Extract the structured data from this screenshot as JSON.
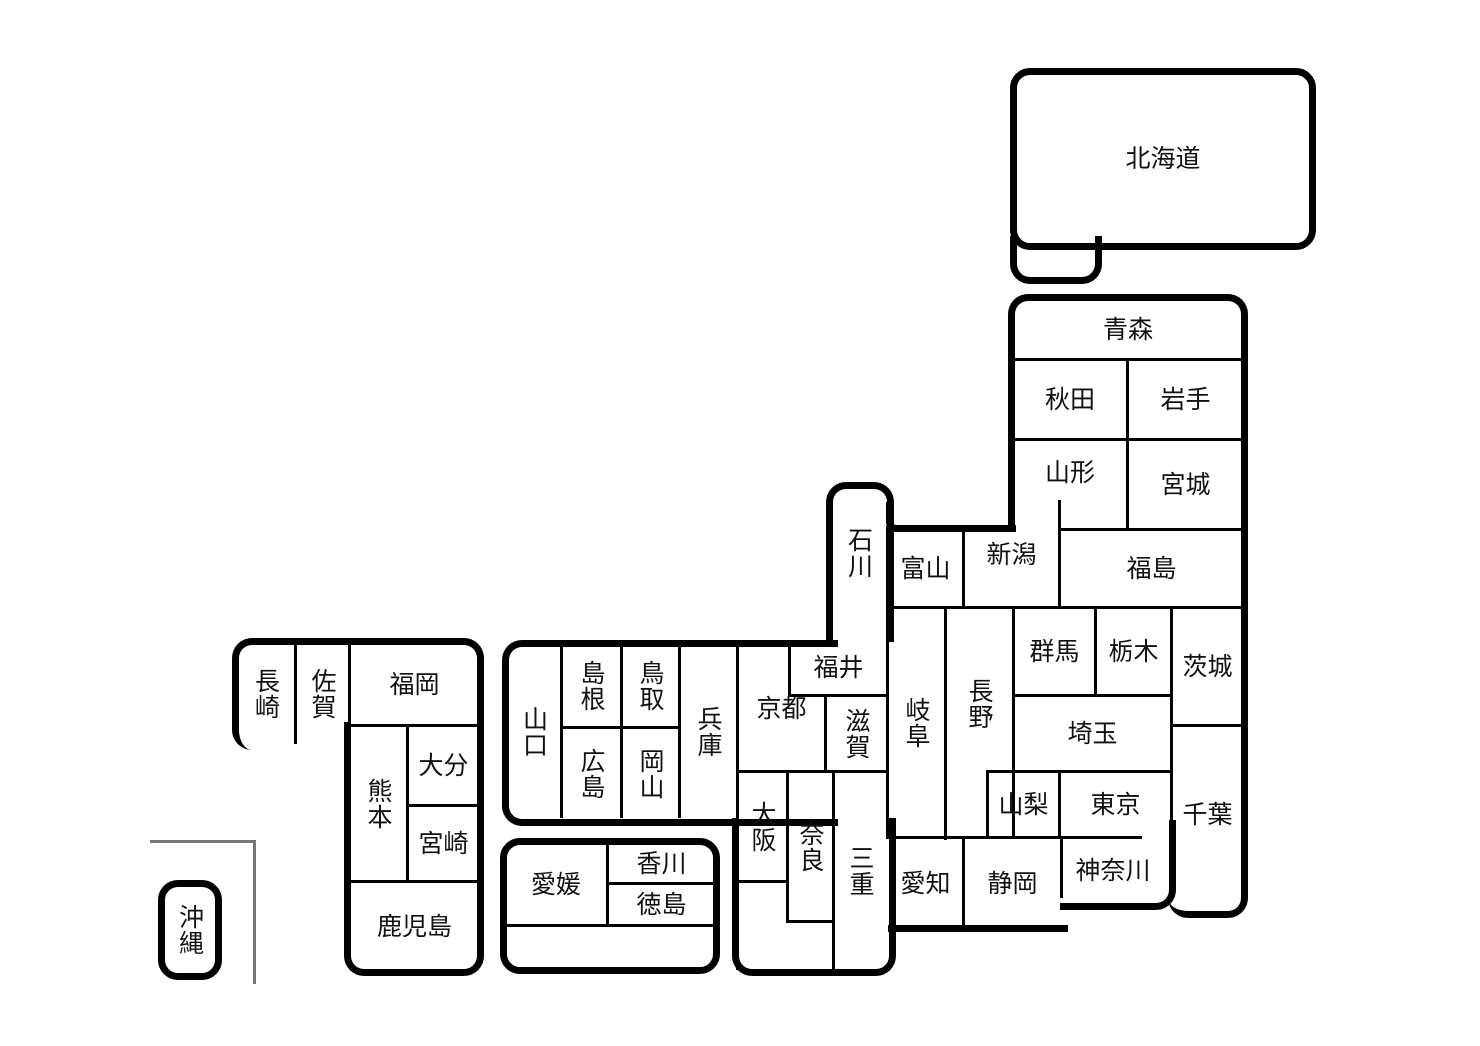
{
  "map": {
    "prefectures": {
      "hokkaido": "北海道",
      "aomori": "青森",
      "akita": "秋田",
      "iwate": "岩手",
      "yamagata": "山形",
      "miyagi": "宮城",
      "ishikawa": "石川",
      "toyama": "富山",
      "niigata": "新潟",
      "fukushima": "福島",
      "fukui": "福井",
      "gifu": "岐阜",
      "nagano": "長野",
      "gunma": "群馬",
      "tochigi": "栃木",
      "ibaraki": "茨城",
      "saitama": "埼玉",
      "yamanashi": "山梨",
      "tokyo": "東京",
      "chiba": "千葉",
      "kanagawa": "神奈川",
      "shizuoka": "静岡",
      "aichi": "愛知",
      "mie": "三重",
      "shiga": "滋賀",
      "kyoto": "京都",
      "osaka": "大阪",
      "nara": "奈良",
      "hyogo": "兵庫",
      "shimane": "島根",
      "tottori": "鳥取",
      "hiroshima": "広島",
      "okayama": "岡山",
      "yamaguchi": "山口",
      "ehime": "愛媛",
      "kagawa": "香川",
      "tokushima": "徳島",
      "nagasaki": "長崎",
      "saga": "佐賀",
      "fukuoka": "福岡",
      "kumamoto": "熊本",
      "oita": "大分",
      "miyazaki": "宮崎",
      "kagoshima": "鹿児島",
      "okinawa": "沖縄"
    }
  }
}
